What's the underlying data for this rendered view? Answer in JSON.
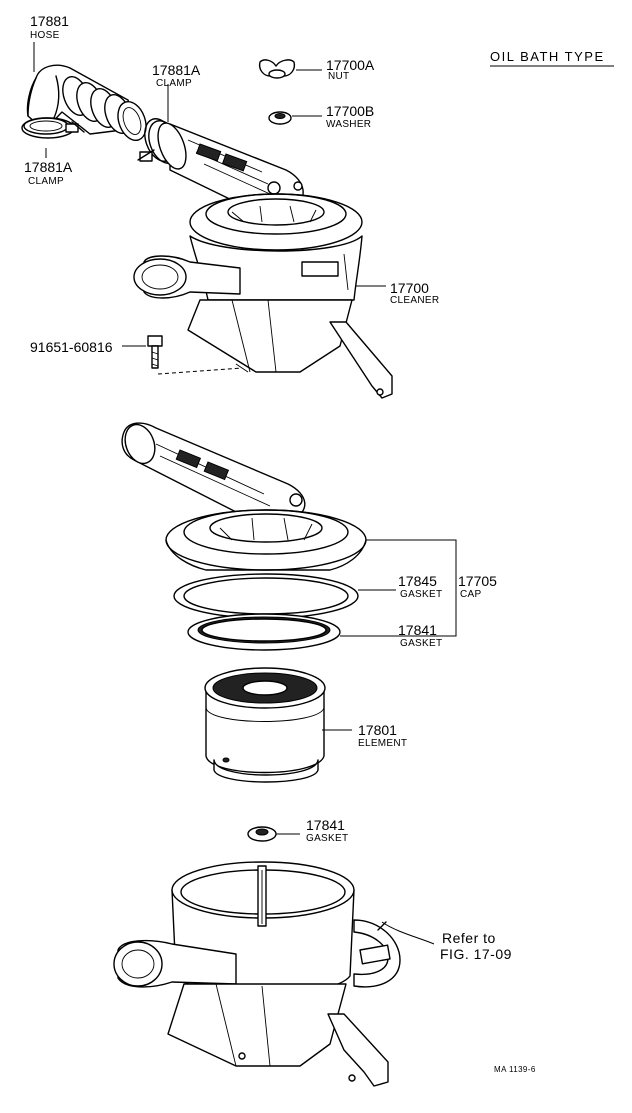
{
  "title": "OIL BATH TYPE",
  "parts": [
    {
      "id": "hose",
      "number": "17881",
      "name": "HOSE"
    },
    {
      "id": "clamp-upper",
      "number": "17881A",
      "name": "CLAMP"
    },
    {
      "id": "clamp-lower",
      "number": "17881A",
      "name": "CLAMP"
    },
    {
      "id": "nut",
      "number": "17700A",
      "name": "NUT"
    },
    {
      "id": "washer",
      "number": "17700B",
      "name": "WASHER"
    },
    {
      "id": "cleaner",
      "number": "17700",
      "name": "CLEANER"
    },
    {
      "id": "bolt",
      "number": "91651-60816",
      "name": ""
    },
    {
      "id": "gasket-upper",
      "number": "17845",
      "name": "GASKET"
    },
    {
      "id": "cap",
      "number": "17705",
      "name": "CAP"
    },
    {
      "id": "gasket-mid",
      "number": "17841",
      "name": "GASKET"
    },
    {
      "id": "element",
      "number": "17801",
      "name": "ELEMENT"
    },
    {
      "id": "gasket-lower",
      "number": "17841",
      "name": "GASKET"
    }
  ],
  "reference": {
    "line1": "Refer to",
    "line2": "FIG. 17-09"
  },
  "drawing_code": "MA  1139-6"
}
